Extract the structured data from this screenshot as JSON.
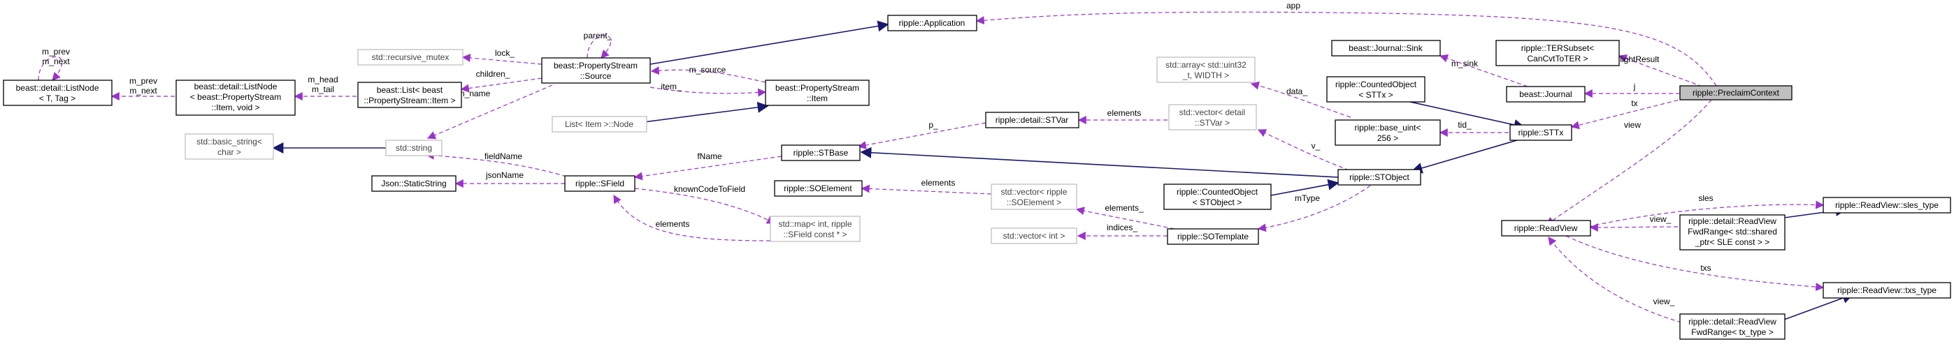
{
  "nodes": {
    "listnode": [
      "beast::detail::ListNode",
      "< T, Tag >"
    ],
    "listnode_item": [
      "beast::detail::ListNode",
      "< beast::PropertyStream",
      "::Item, void >"
    ],
    "list_item": [
      "beast::List< beast",
      "::PropertyStream::Item >"
    ],
    "recursive_mutex": [
      "std::recursive_mutex"
    ],
    "basic_string": [
      "std::basic_string<",
      "char >"
    ],
    "std_string": [
      "std::string"
    ],
    "ps_source": [
      "beast::PropertyStream",
      "::Source"
    ],
    "list_item_node": [
      "List< Item >::Node"
    ],
    "ps_item": [
      "beast::PropertyStream",
      "::Item"
    ],
    "application": [
      "ripple::Application"
    ],
    "json_static": [
      "Json::StaticString"
    ],
    "sfield": [
      "ripple::SField"
    ],
    "map_sfield": [
      "std::map< int, ripple",
      "::SField const * >"
    ],
    "stbase": [
      "ripple::STBase"
    ],
    "stvar": [
      "ripple::detail::STVar"
    ],
    "vector_stvar": [
      "std::vector< detail",
      "::STVar >"
    ],
    "array_uint32": [
      "std::array< std::uint32",
      "_t, WIDTH >"
    ],
    "soelement": [
      "ripple::SOElement"
    ],
    "vector_soelement": [
      "std::vector< ripple",
      "::SOElement >"
    ],
    "vector_int": [
      "std::vector< int >"
    ],
    "sotemplate": [
      "ripple::SOTemplate"
    ],
    "countedobject_stobject": [
      "ripple::CountedObject",
      "< STObject >"
    ],
    "stobject": [
      "ripple::STObject"
    ],
    "countedobject_sttx": [
      "ripple::CountedObject",
      "< STTx >"
    ],
    "base_uint": [
      "ripple::base_uint<",
      "256 >"
    ],
    "sttx": [
      "ripple::STTx"
    ],
    "journal_sink": [
      "beast::Journal::Sink"
    ],
    "journal": [
      "beast::Journal"
    ],
    "tersubset": [
      "ripple::TERSubset<",
      "CanCvtToTER >"
    ],
    "preclaim": [
      "ripple::PreclaimContext"
    ],
    "readview": [
      "ripple::ReadView"
    ],
    "sles_type": [
      "ripple::ReadView::sles_type"
    ],
    "fwd_sle": [
      "ripple::detail::ReadView",
      "FwdRange< std::shared",
      "_ptr< SLE const > >"
    ],
    "txs_type": [
      "ripple::ReadView::txs_type"
    ],
    "fwd_tx": [
      "ripple::detail::ReadView",
      "FwdRange< tx_type >"
    ]
  },
  "edge_labels": {
    "m_prev_next_self": [
      "m_prev",
      "m_next"
    ],
    "m_prev_next": [
      "m_prev",
      "m_next"
    ],
    "m_head_tail": [
      "m_head",
      "m_tail"
    ],
    "lock": "lock_",
    "children": "children_",
    "parent": "parent_",
    "m_source": "m_source",
    "item": "item_",
    "m_name": "m_name",
    "app": "app",
    "fieldname": "fieldName",
    "jsonname": "jsonName",
    "fname": "fName",
    "knowncodetofield": "knownCodeToField",
    "elements_map": "elements",
    "p": "p_",
    "elements_stvar": "elements",
    "data": "data_",
    "v": "v_",
    "elements_soelement": "elements",
    "elements_sotemplate": "elements_",
    "indices": "indices_",
    "mtype": "mType",
    "tid": "tid_",
    "m_sink": "m_sink",
    "preflight": "preflightResult",
    "j": "j",
    "tx": "tx",
    "view": "view",
    "sles": "sles",
    "view_sles": "view_",
    "txs": "txs",
    "view_txs": "view_"
  }
}
